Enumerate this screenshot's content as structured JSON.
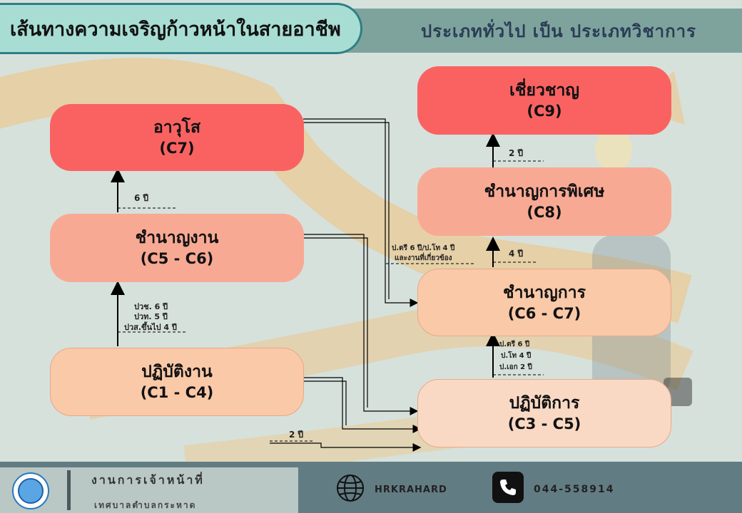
{
  "header": {
    "title": "เส้นทางความเจริญก้าวหน้าในสายอาชีพ",
    "subtitle": "ประเภททั่วไป เป็น ประเภทวิชาการ"
  },
  "general": {
    "c7": {
      "title": "อาวุโส",
      "code": "(C7)"
    },
    "c5c6": {
      "title": "ชำนาญงาน",
      "code": "(C5 - C6)"
    },
    "c1c4": {
      "title": "ปฏิบัติงาน",
      "code": "(C1 - C4)"
    },
    "req_6": "6 ปี",
    "req_edu_1": "ปวช. 6 ปี",
    "req_edu_2": "ปวท. 5 ปี",
    "req_edu_3": "ปวส.ขึ้นไป 4 ปี"
  },
  "academic": {
    "c9": {
      "title": "เชี่ยวชาญ",
      "code": "(C9)"
    },
    "c8": {
      "title": "ชำนาญการพิเศษ",
      "code": "(C8)"
    },
    "c6c7": {
      "title": "ชำนาญการ",
      "code": "(C6 - C7)"
    },
    "c3c5": {
      "title": "ปฏิบัติการ",
      "code": "(C3 - C5)"
    },
    "req_2": "2 ปี",
    "req_4": "4 ปี",
    "req_deg_1": "ป.ตรี 6 ปี/ป.โท 4 ปี",
    "req_deg_2": "และงานที่เกี่ยวข้อง",
    "req_c3_1": "ป.ตรี 6 ปี",
    "req_c3_2": "ป.โท 4 ปี",
    "req_c3_3": "ป.เอก 2 ปี",
    "req_bottom": "2 ปี"
  },
  "footer": {
    "org_title": "งานการเจ้าหน้าที่",
    "org_sub": "เทศบาลตำบลกระหาด",
    "website": "HRKRAHARD",
    "phone": "044-558914"
  },
  "colors": {
    "top_level": "#fa6262",
    "mid_level": "#f8a994",
    "entry_level": "#f9c9a8",
    "header_bg": "#a8ddd3",
    "footer_bg": "#627c83"
  }
}
